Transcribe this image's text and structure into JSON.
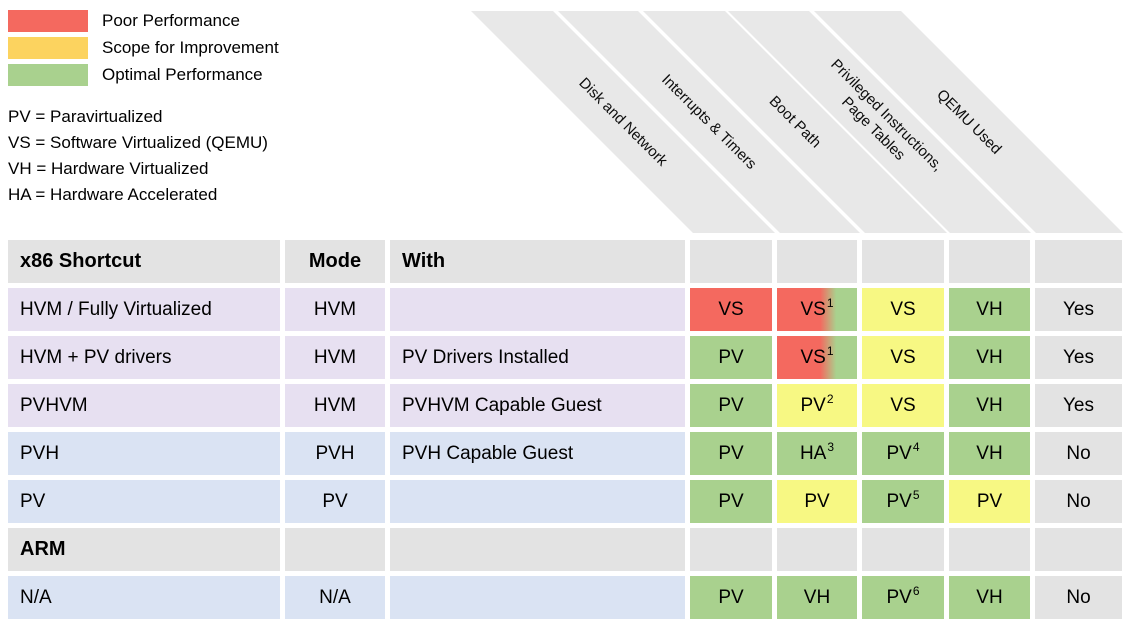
{
  "legend": {
    "items": [
      {
        "label": "Poor Performance",
        "color": "#f4695f"
      },
      {
        "label": "Scope for Improvement",
        "color": "#fcd35f"
      },
      {
        "label": "Optimal Performance",
        "color": "#a9d18e"
      }
    ]
  },
  "abbreviations": [
    "PV = Paravirtualized",
    "VS = Software Virtualized (QEMU)",
    "VH = Hardware Virtualized",
    "HA = Hardware Accelerated"
  ],
  "colors": {
    "red": "#f4695f",
    "gold": "#fcd35f",
    "yellow": "#f7f883",
    "green": "#a9d18e",
    "gray": "#e3e3e3",
    "stripe_gray": "#e8e8e8",
    "lavender": "#e7e0f1",
    "blue": "#dae3f3"
  },
  "table": {
    "column_headers": [
      "x86 Shortcut",
      "Mode",
      "With"
    ],
    "diagonal_headers": [
      "Disk and Network",
      "Interrupts & Timers",
      "Boot Path",
      "Privileged Instructions,\nPage Tables",
      "QEMU Used"
    ],
    "rows": [
      {
        "shortcut": "HVM / Fully Virtualized",
        "mode": "HVM",
        "with": "",
        "bg": "lavender",
        "bold": false,
        "cells": [
          {
            "text": "VS",
            "sup": "",
            "color": "red"
          },
          {
            "text": "VS",
            "sup": "1",
            "color": "red-green"
          },
          {
            "text": "VS",
            "sup": "",
            "color": "yellow"
          },
          {
            "text": "VH",
            "sup": "",
            "color": "green"
          },
          {
            "text": "Yes",
            "sup": "",
            "color": "gray"
          }
        ]
      },
      {
        "shortcut": "HVM + PV drivers",
        "mode": "HVM",
        "with": "PV Drivers Installed",
        "bg": "lavender",
        "bold": false,
        "cells": [
          {
            "text": "PV",
            "sup": "",
            "color": "green"
          },
          {
            "text": "VS",
            "sup": "1",
            "color": "red-green"
          },
          {
            "text": "VS",
            "sup": "",
            "color": "yellow"
          },
          {
            "text": "VH",
            "sup": "",
            "color": "green"
          },
          {
            "text": "Yes",
            "sup": "",
            "color": "gray"
          }
        ]
      },
      {
        "shortcut": "PVHVM",
        "mode": "HVM",
        "with": "PVHVM Capable Guest",
        "bg": "lavender",
        "bold": false,
        "cells": [
          {
            "text": "PV",
            "sup": "",
            "color": "green"
          },
          {
            "text": "PV",
            "sup": "2",
            "color": "yellow"
          },
          {
            "text": "VS",
            "sup": "",
            "color": "yellow"
          },
          {
            "text": "VH",
            "sup": "",
            "color": "green"
          },
          {
            "text": "Yes",
            "sup": "",
            "color": "gray"
          }
        ]
      },
      {
        "shortcut": "PVH",
        "mode": "PVH",
        "with": "PVH Capable Guest",
        "bg": "blue",
        "bold": false,
        "cells": [
          {
            "text": "PV",
            "sup": "",
            "color": "green"
          },
          {
            "text": "HA",
            "sup": "3",
            "color": "green"
          },
          {
            "text": "PV",
            "sup": "4",
            "color": "green"
          },
          {
            "text": "VH",
            "sup": "",
            "color": "green"
          },
          {
            "text": "No",
            "sup": "",
            "color": "gray"
          }
        ]
      },
      {
        "shortcut": "PV",
        "mode": "PV",
        "with": "",
        "bg": "blue",
        "bold": false,
        "cells": [
          {
            "text": "PV",
            "sup": "",
            "color": "green"
          },
          {
            "text": "PV",
            "sup": "",
            "color": "yellow"
          },
          {
            "text": "PV",
            "sup": "5",
            "color": "green"
          },
          {
            "text": "PV",
            "sup": "",
            "color": "yellow"
          },
          {
            "text": "No",
            "sup": "",
            "color": "gray"
          }
        ]
      },
      {
        "shortcut": "ARM",
        "mode": "",
        "with": "",
        "bg": "gray",
        "bold": true,
        "cells": [
          {
            "text": "",
            "sup": "",
            "color": "gray"
          },
          {
            "text": "",
            "sup": "",
            "color": "gray"
          },
          {
            "text": "",
            "sup": "",
            "color": "gray"
          },
          {
            "text": "",
            "sup": "",
            "color": "gray"
          },
          {
            "text": "",
            "sup": "",
            "color": "gray"
          }
        ]
      },
      {
        "shortcut": "N/A",
        "mode": "N/A",
        "with": "",
        "bg": "blue",
        "bold": false,
        "cells": [
          {
            "text": "PV",
            "sup": "",
            "color": "green"
          },
          {
            "text": "VH",
            "sup": "",
            "color": "green"
          },
          {
            "text": "PV",
            "sup": "6",
            "color": "green"
          },
          {
            "text": "VH",
            "sup": "",
            "color": "green"
          },
          {
            "text": "No",
            "sup": "",
            "color": "gray"
          }
        ]
      }
    ]
  }
}
